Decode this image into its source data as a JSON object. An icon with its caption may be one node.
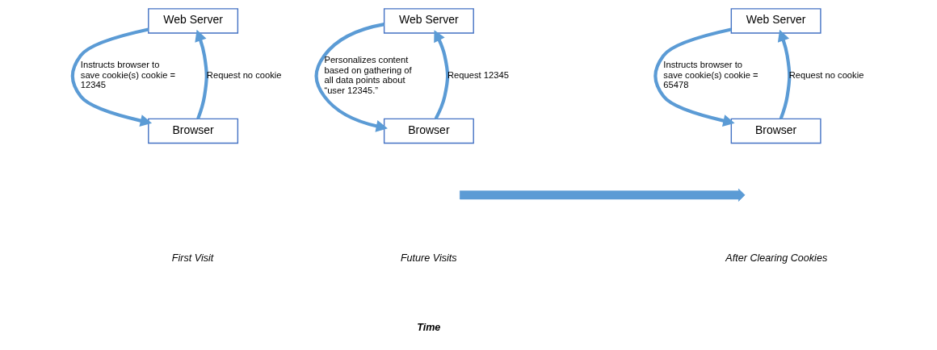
{
  "diagram": {
    "nodes": [
      {
        "text": [
          "Web Server"
        ]
      },
      {
        "text": [
          "Web Server"
        ]
      },
      {
        "text": [
          "Web Server"
        ]
      },
      {
        "text": [
          "Browser"
        ]
      },
      {
        "text": [
          "Browser"
        ]
      },
      {
        "text": [
          "Browser"
        ]
      }
    ],
    "edges": [
      {
        "from": 3,
        "to": 0,
        "arrow": "to",
        "label": "Request no cookie"
      },
      {
        "from": 0,
        "to": 3,
        "arrow": "to",
        "label": "Instructs browser to save cookie(s) cookie = 12345"
      },
      {
        "from": 4,
        "to": 1,
        "arrow": "to",
        "label": "Request 12345"
      },
      {
        "from": 1,
        "to": 4,
        "arrow": "to",
        "label": "Personalizes content based on gathering of all data points about “user 12345.”"
      },
      {
        "from": 5,
        "to": 2,
        "arrow": "to",
        "label": "Request no cookie"
      },
      {
        "from": 2,
        "to": 5,
        "arrow": "to",
        "label": "Instructs browser to save cookie(s) cookie = 65478"
      }
    ],
    "labels": [
      "First Visit",
      "Future Visits",
      "After Clearing Cookies",
      "Time"
    ]
  }
}
